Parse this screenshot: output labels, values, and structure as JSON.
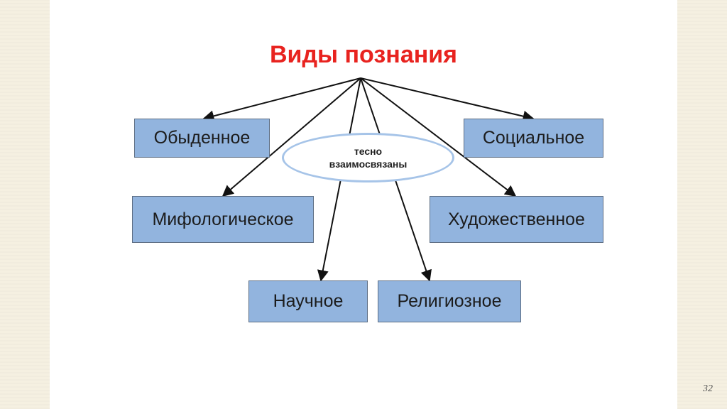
{
  "slide": {
    "title": "Виды познания",
    "center_note": [
      "тесно",
      "взаимосвязаны"
    ],
    "page_number": "32"
  },
  "nodes": [
    {
      "id": "obydennoe",
      "label": "Обыденное"
    },
    {
      "id": "socialnoe",
      "label": "Социальное"
    },
    {
      "id": "mifologicheskoe",
      "label": "Мифологическое"
    },
    {
      "id": "hudozhestvennoe",
      "label": "Художественное"
    },
    {
      "id": "nauchnoe",
      "label": "Научное"
    },
    {
      "id": "religioznoe",
      "label": "Религиозное"
    }
  ],
  "edges": [
    {
      "from": "title",
      "to": "obydennoe"
    },
    {
      "from": "title",
      "to": "socialnoe"
    },
    {
      "from": "title",
      "to": "mifologicheskoe"
    },
    {
      "from": "title",
      "to": "hudozhestvennoe"
    },
    {
      "from": "title",
      "to": "nauchnoe"
    },
    {
      "from": "title",
      "to": "religioznoe"
    }
  ],
  "colors": {
    "title": "#e8231f",
    "box_fill": "#92b4de",
    "box_border": "#5d6e84",
    "oval_border": "#a6c4e8",
    "arrow": "#111111"
  }
}
